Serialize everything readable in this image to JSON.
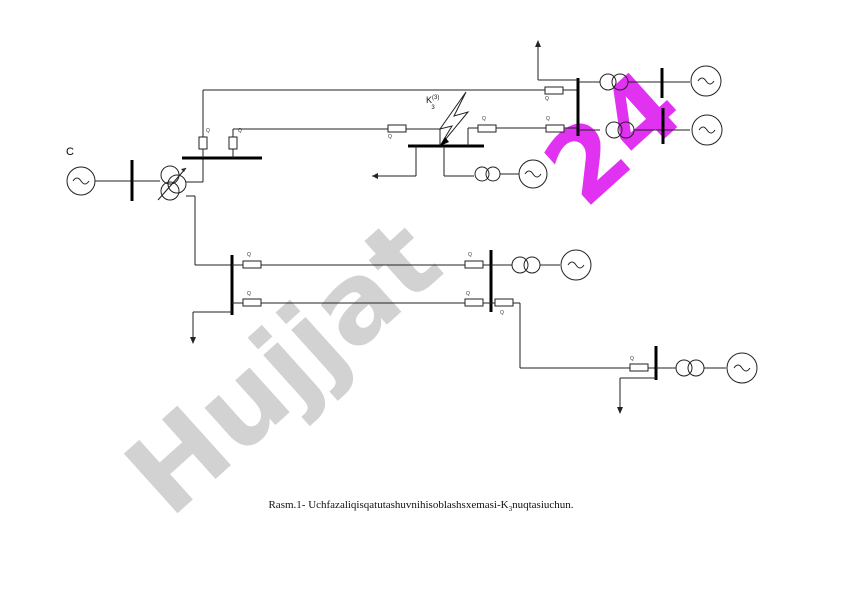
{
  "source_label": "C",
  "fault_label": "K",
  "fault_superscript": "(3)",
  "fault_subscript": "3",
  "switch_labels": [
    "Q",
    "Q",
    "Q",
    "Q",
    "Q",
    "Q",
    "Q",
    "Q",
    "Q",
    "Q",
    "Q",
    "Q"
  ],
  "watermark": {
    "main": "Hujjat",
    "accent": "24",
    "main_color": "#d2d2d2",
    "accent_color": "#e032f0"
  },
  "caption": {
    "text": "Rasm.1- Uchfazaliqisqatutashuvnihisoblashsxemasi-K",
    "sub": "3",
    "tail": "nuqtasiuchun."
  }
}
